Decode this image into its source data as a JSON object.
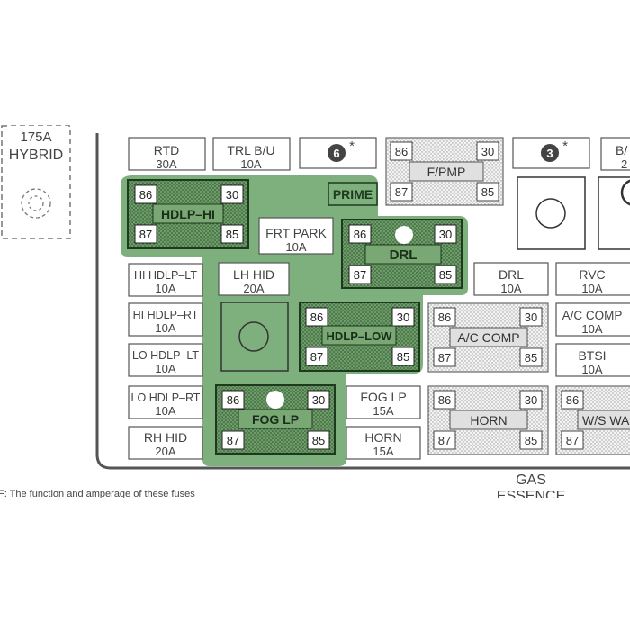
{
  "colors": {
    "highlight": "#5a9a5a",
    "relay_fill": "#6c9c68",
    "relay_border": "#1e3a1e",
    "outline": "#555555",
    "gray_fill": "#d8d8d8",
    "text": "#333333"
  },
  "hybrid": {
    "top": "175A",
    "bottom": "HYBRID"
  },
  "top_row": {
    "rtd": {
      "name": "RTD",
      "amp": "30A"
    },
    "trl": {
      "name": "TRL B/U",
      "amp": "10A"
    },
    "circle6": "6",
    "circle3": "3",
    "asterisk": "*",
    "partial_right": {
      "name": "B/",
      "amp": "2"
    }
  },
  "fuses": {
    "frt_park": {
      "name": "FRT PARK",
      "amp": "10A"
    },
    "lh_hid": {
      "name": "LH HID",
      "amp": "20A"
    },
    "hi_hdlp_lt": {
      "name": "HI HDLP–LT",
      "amp": "10A"
    },
    "hi_hdlp_rt": {
      "name": "HI HDLP–RT",
      "amp": "10A"
    },
    "lo_hdlp_lt": {
      "name": "LO HDLP–LT",
      "amp": "10A"
    },
    "lo_hdlp_rt": {
      "name": "LO HDLP–RT",
      "amp": "10A"
    },
    "rh_hid": {
      "name": "RH HID",
      "amp": "20A"
    },
    "drl": {
      "name": "DRL",
      "amp": "10A"
    },
    "rvc": {
      "name": "RVC",
      "amp": "10A"
    },
    "ac_comp": {
      "name": "A/C COMP",
      "amp": "10A"
    },
    "btsi": {
      "name": "BTSI",
      "amp": "10A"
    },
    "fog_lp": {
      "name": "FOG LP",
      "amp": "15A"
    },
    "horn": {
      "name": "HORN",
      "amp": "15A"
    }
  },
  "prime": "PRIME",
  "relays": {
    "hdlp_hi": {
      "label": "HDLP–HI",
      "tl": "86",
      "tr": "30",
      "bl": "87",
      "br": "85"
    },
    "drl": {
      "label": "DRL",
      "tl": "86",
      "tr": "30",
      "bl": "87",
      "br": "85"
    },
    "hdlp_low": {
      "label": "HDLP–LOW",
      "tl": "86",
      "tr": "30",
      "bl": "87",
      "br": "85"
    },
    "fog_lp": {
      "label": "FOG LP",
      "tl": "86",
      "tr": "30",
      "bl": "87",
      "br": "85"
    },
    "fpmp": {
      "label": "F/PMP",
      "tl": "86",
      "tr": "30",
      "bl": "87",
      "br": "85"
    },
    "ac_comp": {
      "label": "A/C COMP",
      "tl": "86",
      "tr": "30",
      "bl": "87",
      "br": "85"
    },
    "horn": {
      "label": "HORN",
      "tl": "86",
      "tr": "30",
      "bl": "87",
      "br": "85"
    },
    "ws_wa": {
      "label": "W/S WA",
      "tl": "86",
      "bl": "87"
    }
  },
  "gas": {
    "line1": "GAS",
    "line2": "ESSENCE"
  },
  "footnote": "F:  The function and amperage of these fuses"
}
